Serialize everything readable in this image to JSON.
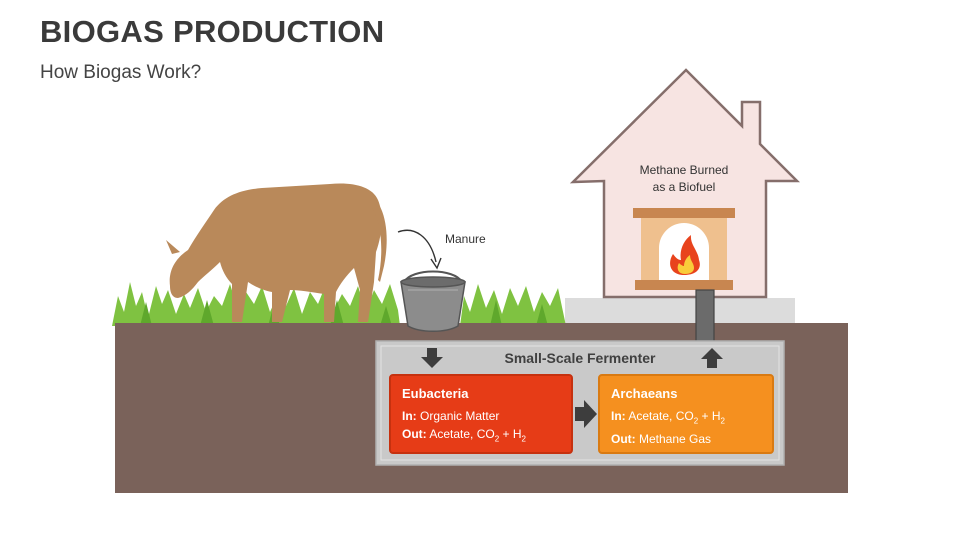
{
  "title": "BIOGAS PRODUCTION",
  "subtitle": "How Biogas Work?",
  "manure_label": "Manure",
  "house": {
    "line1": "Methane Burned",
    "line2": "as a Biofuel"
  },
  "fermenter": {
    "title": "Small-Scale Fermenter",
    "eubacteria": {
      "name": "Eubacteria",
      "in_label": "In:",
      "in_value": "Organic Matter",
      "out_label": "Out:",
      "out_prefix": "Acetate, CO",
      "out_sub": "2",
      "out_suffix": " + H",
      "out_sub2": "2"
    },
    "archaeans": {
      "name": "Archaeans",
      "in_label": "In:",
      "in_prefix": "Acetate, CO",
      "in_sub": "2",
      "in_suffix": " + H",
      "in_sub2": "2",
      "out_label": "Out:",
      "out_value": "Methane Gas"
    }
  },
  "colors": {
    "soil": "#7a625a",
    "grass": "#7fc241",
    "cow": "#b9895a",
    "house_fill": "#f7e4e2",
    "house_stroke": "#856e6b",
    "fermenter_bg": "#c9c9c9",
    "eubacteria": "#e63c17",
    "archaeans": "#f5901f"
  }
}
